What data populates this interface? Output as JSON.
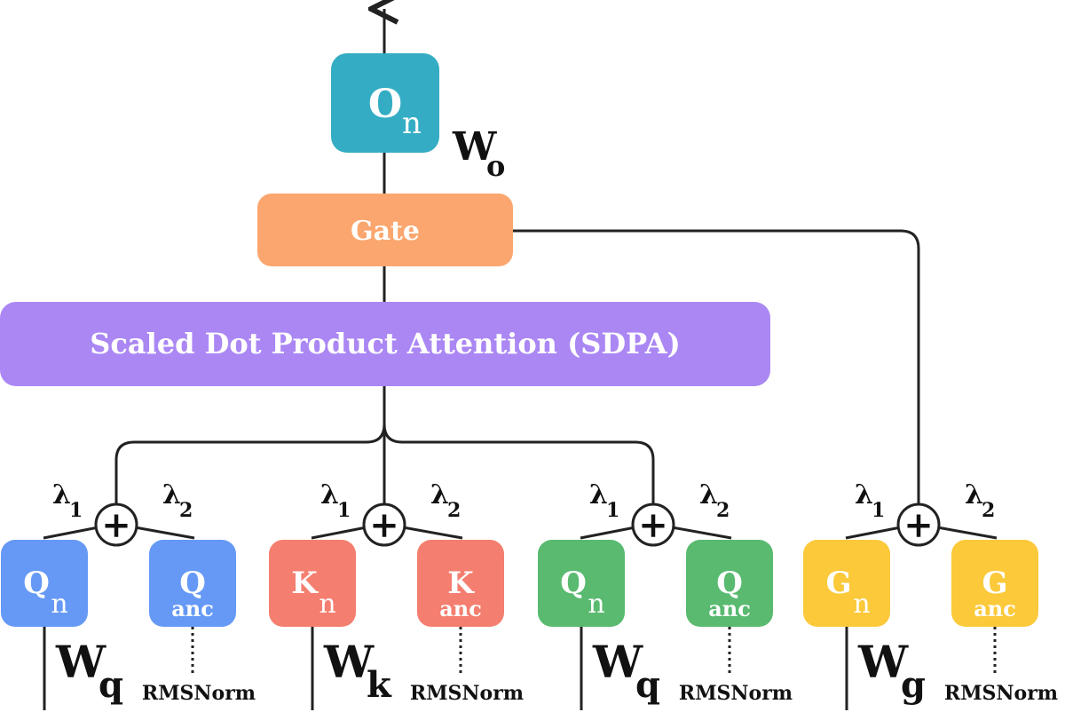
{
  "colors": {
    "output": "#34adc4",
    "gate": "#fba66e",
    "sdpa": "#ab87f4",
    "query": "#6599f5",
    "key": "#f47e6f",
    "query2": "#59ba70",
    "gate_branch": "#fbc93a",
    "line": "#222222"
  },
  "output": {
    "main": "O",
    "sub": "n",
    "weight_main": "W",
    "weight_sub": "o"
  },
  "gate_label": "Gate",
  "sdpa_label": "Scaled Dot Product Attention (SDPA)",
  "groups": [
    {
      "letter": "Q",
      "n_sub": "n",
      "anc_sub": "anc",
      "lambda1": "λ",
      "lambda1_sub": "1",
      "lambda2": "λ",
      "lambda2_sub": "2",
      "weight_main": "W",
      "weight_sub": "q",
      "norm": "RMSNorm"
    },
    {
      "letter": "K",
      "n_sub": "n",
      "anc_sub": "anc",
      "lambda1": "λ",
      "lambda1_sub": "1",
      "lambda2": "λ",
      "lambda2_sub": "2",
      "weight_main": "W",
      "weight_sub": "k",
      "norm": "RMSNorm"
    },
    {
      "letter": "Q",
      "n_sub": "n",
      "anc_sub": "anc",
      "lambda1": "λ",
      "lambda1_sub": "1",
      "lambda2": "λ",
      "lambda2_sub": "2",
      "weight_main": "W",
      "weight_sub": "q",
      "norm": "RMSNorm"
    },
    {
      "letter": "G",
      "n_sub": "n",
      "anc_sub": "anc",
      "lambda1": "λ",
      "lambda1_sub": "1",
      "lambda2": "λ",
      "lambda2_sub": "2",
      "weight_main": "W",
      "weight_sub": "g",
      "norm": "RMSNorm"
    }
  ],
  "plus_symbol": "+"
}
